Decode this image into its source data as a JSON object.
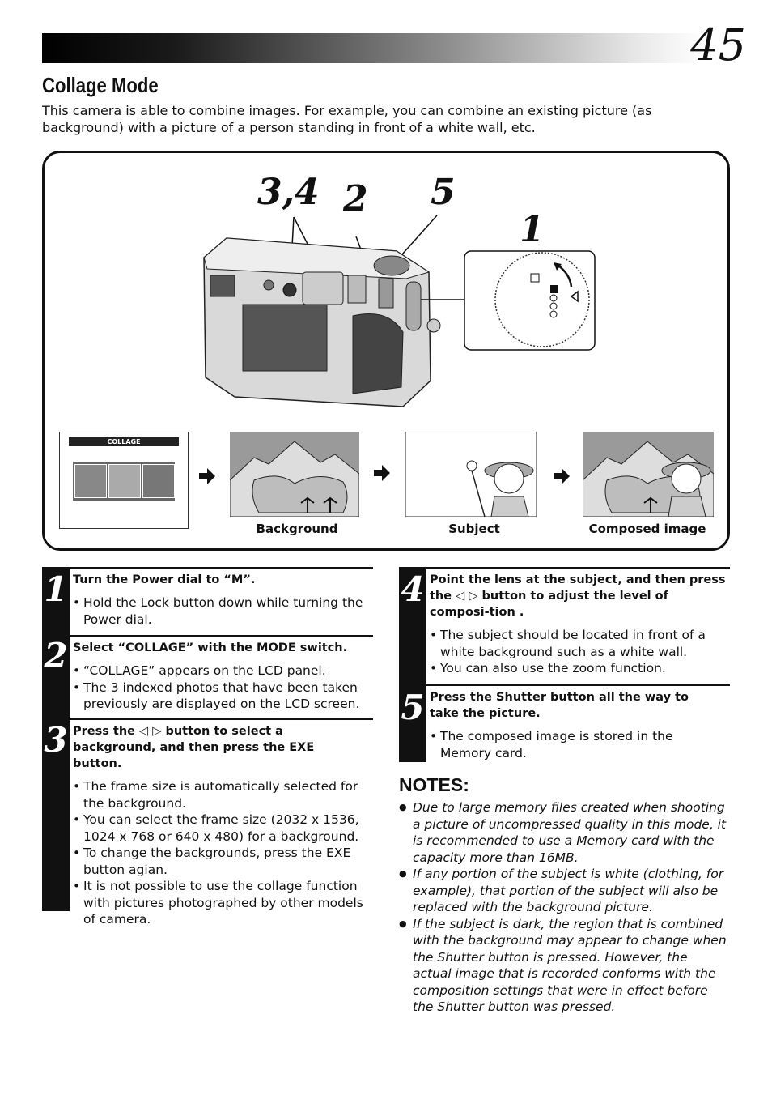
{
  "page_number": "45",
  "title": "Collage Mode",
  "intro": "This camera is able to combine images. For example, you can combine an existing picture (as background) with a picture of a person standing in front of a white wall, etc.",
  "diagram": {
    "callout_34": "3,4",
    "callout_2": "2",
    "callout_5": "5",
    "callout_1": "1",
    "lcd_label": "COLLAGE",
    "captions": [
      "Background",
      "Subject",
      "Composed image"
    ]
  },
  "steps": [
    {
      "num": "1",
      "heading": "Turn the Power dial to “M”.",
      "bullets": [
        "Hold the Lock button down while turning the Power dial."
      ]
    },
    {
      "num": "2",
      "heading": "Select “COLLAGE” with the MODE switch.",
      "bullets": [
        "“COLLAGE” appears on the LCD panel.",
        "The 3 indexed photos that have been taken previously are displayed on the LCD screen."
      ]
    },
    {
      "num": "3",
      "heading": "Press the ◁ ▷ button to select a background, and then press the EXE button.",
      "bullets": [
        "The frame size is automatically selected for the background.",
        "You can select the frame size (2032 x 1536, 1024 x 768 or 640 x 480) for a background.",
        "To change the backgrounds, press the EXE button agian.",
        "It is not possible to use the collage function with pictures photographed by other models of camera."
      ]
    },
    {
      "num": "4",
      "heading": "Point the lens at the subject, and then press the ◁ ▷ button to adjust the level of composi-tion .",
      "bullets": [
        "The subject should be located in front of a white background such as a white wall.",
        "You can also use the zoom function."
      ]
    },
    {
      "num": "5",
      "heading": "Press the Shutter button all the way to take the picture.",
      "bullets": [
        "The composed image is stored in the Memory card."
      ]
    }
  ],
  "notes": {
    "title": "NOTES:",
    "items": [
      "Due to large memory files created when shooting a picture of uncompressed quality in this mode, it is recommended to use a Memory card with the capacity more than 16MB.",
      "If any portion of the subject is white (clothing, for example), that portion of the subject will also be replaced with the background picture.",
      "If the subject is dark, the region that is combined with the background may appear to change when the Shutter button is pressed. However, the actual image that is recorded conforms with the composition settings that were in effect before the Shutter button was pressed."
    ]
  }
}
